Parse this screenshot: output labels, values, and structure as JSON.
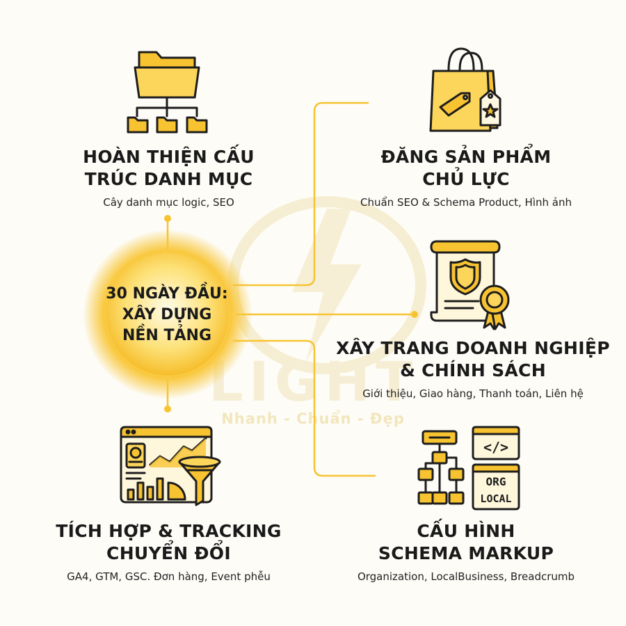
{
  "colors": {
    "accent": "#f7c331",
    "accent_dark": "#e0a91f",
    "ink": "#1d1d1d",
    "background": "#fdfcf7"
  },
  "watermark": {
    "brand": "LIGHT",
    "tagline": "Nhanh - Chuẩn - Đẹp"
  },
  "hub": {
    "title": "30 NGÀY ĐẦU:\nXÂY DỰNG\nNỀN TẢNG"
  },
  "nodes": [
    {
      "title": "HOÀN THIỆN CẤU\nTRÚC DANH MỤC",
      "subtitle": "Cây danh mục logic, SEO",
      "icon": "folder-tree-icon"
    },
    {
      "title": "ĐĂNG SẢN PHẨM\nCHỦ LỰC",
      "subtitle": "Chuẩn SEO & Schema Product, Hình ảnh",
      "icon": "shopping-bag-icon"
    },
    {
      "title": "XÂY TRANG DOANH NGHIỆP\n& CHÍNH SÁCH",
      "subtitle": "Giới thiệu, Giao hàng, Thanh toán, Liên hệ",
      "icon": "certificate-scroll-icon"
    },
    {
      "title": "TÍCH HỢP & TRACKING\nCHUYỂN ĐỔI",
      "subtitle": "GA4, GTM, GSC. Đơn hàng, Event phễu",
      "icon": "analytics-funnel-icon"
    },
    {
      "title": "CẤU HÌNH\nSCHEMA MARKUP",
      "subtitle": "Organization, LocalBusiness, Breadcrumb",
      "icon": "schema-markup-icon",
      "code_label": "</>",
      "org_label": "ORG",
      "local_label": "LOCAL"
    }
  ]
}
